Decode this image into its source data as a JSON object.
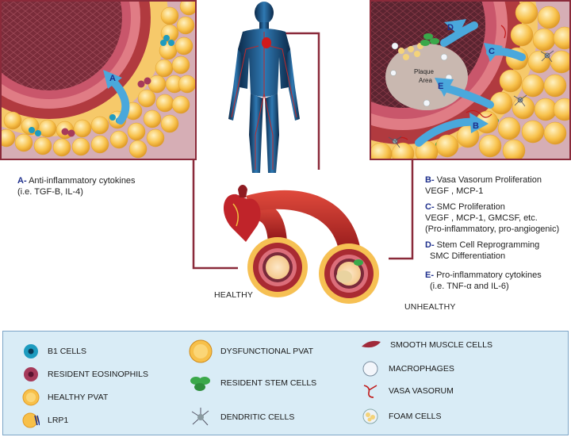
{
  "captions": {
    "a_letter": "A-",
    "a_text": "Anti-inflammatory cytokines",
    "a_sub": "(i.e. TGF-B, IL-4)",
    "b_letter": "B-",
    "b_text": "Vasa Vasorum Proliferation",
    "b_sub": "VEGF , MCP-1",
    "c_letter": "C-",
    "c_text": "SMC Proliferation",
    "c_sub1": "VEGF , MCP-1, GMCSF, etc.",
    "c_sub2": "(Pro-inflammatory, pro-angiogenic)",
    "d_letter": "D-",
    "d_text": "Stem Cell Reprogramming",
    "d_sub": "SMC Differentiation",
    "e_letter": "E-",
    "e_text": "Pro-inflammatory cytokines",
    "e_sub": "(i.e. TNF-α and IL-6)"
  },
  "panel_labels": {
    "left_arrow": "A",
    "right_d": "D",
    "right_c": "C",
    "right_e": "E",
    "right_b": "B",
    "plaque": "Plaque",
    "area": "Area"
  },
  "vessel_labels": {
    "healthy": "HEALTHY",
    "unhealthy": "UNHEALTHY"
  },
  "legend": {
    "b1": "B1 CELLS",
    "eos": "RESIDENT EOSINOPHILS",
    "healthy_pvat": "HEALTHY PVAT",
    "lrp1": "LRP1",
    "dys_pvat": "DYSFUNCTIONAL PVAT",
    "stem": "RESIDENT STEM CELLS",
    "dendritic": "DENDRITIC CELLS",
    "smc": "SMOOTH MUSCLE CELLS",
    "macro": "MACROPHAGES",
    "vasa": "VASA VASORUM",
    "foam": "FOAM CELLS"
  },
  "colors": {
    "frame": "#8a2a3a",
    "arrow": "#4aa8dc",
    "letter": "#1e2f8c",
    "fat": "#f7c04a",
    "vessel": "#b3262c",
    "legend_bg": "#d9ecf6"
  }
}
